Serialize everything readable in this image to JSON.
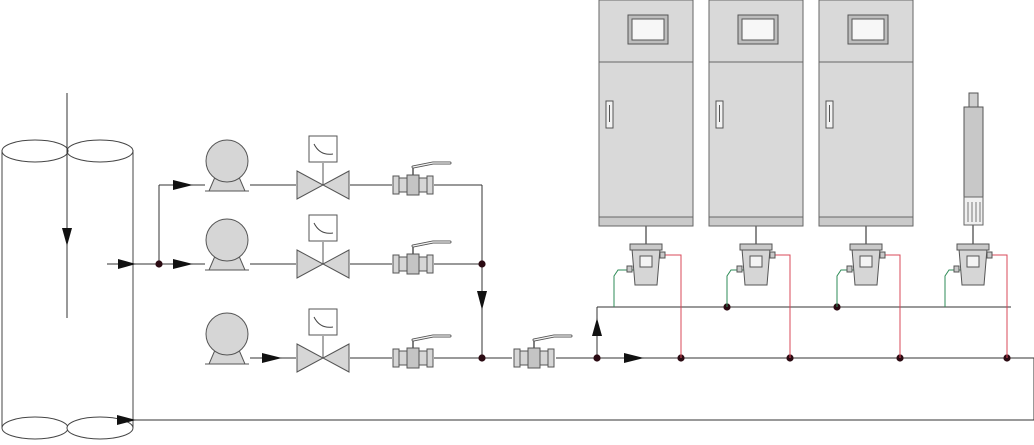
{
  "diagram": {
    "components": {
      "tank": {
        "name": "vertical-storage-tank",
        "icon": "tank-icon"
      },
      "pumps": [
        {
          "name": "pump-1",
          "icon": "centrifugal-pump-icon"
        },
        {
          "name": "pump-2",
          "icon": "centrifugal-pump-icon"
        },
        {
          "name": "pump-3",
          "icon": "centrifugal-pump-icon"
        }
      ],
      "control_valves": [
        {
          "name": "control-valve-1",
          "icon": "control-valve-icon"
        },
        {
          "name": "control-valve-2",
          "icon": "control-valve-icon"
        },
        {
          "name": "control-valve-3",
          "icon": "control-valve-icon"
        }
      ],
      "ball_valves": [
        {
          "name": "ball-valve-1",
          "icon": "ball-valve-icon"
        },
        {
          "name": "ball-valve-2",
          "icon": "ball-valve-icon"
        },
        {
          "name": "ball-valve-3",
          "icon": "ball-valve-icon"
        },
        {
          "name": "ball-valve-main",
          "icon": "ball-valve-icon"
        }
      ],
      "analyzer_cabinets": [
        {
          "name": "analyzer-cabinet-1",
          "icon": "cabinet-icon"
        },
        {
          "name": "analyzer-cabinet-2",
          "icon": "cabinet-icon"
        },
        {
          "name": "analyzer-cabinet-3",
          "icon": "cabinet-icon"
        }
      ],
      "probe": {
        "name": "immersion-probe",
        "icon": "probe-icon"
      },
      "flow_cells": [
        {
          "name": "flow-cell-1",
          "icon": "flow-cell-icon"
        },
        {
          "name": "flow-cell-2",
          "icon": "flow-cell-icon"
        },
        {
          "name": "flow-cell-3",
          "icon": "flow-cell-icon"
        },
        {
          "name": "flow-cell-4",
          "icon": "flow-cell-icon"
        }
      ]
    },
    "colors": {
      "line": "#333333",
      "equipment_fill": "#d6d6d6",
      "equipment_stroke": "#555555",
      "cabinet_fill": "#d9d9d9",
      "outlet_line": "#2e8b57",
      "inlet_line": "#d9485a",
      "node": "#2a0a12"
    }
  }
}
